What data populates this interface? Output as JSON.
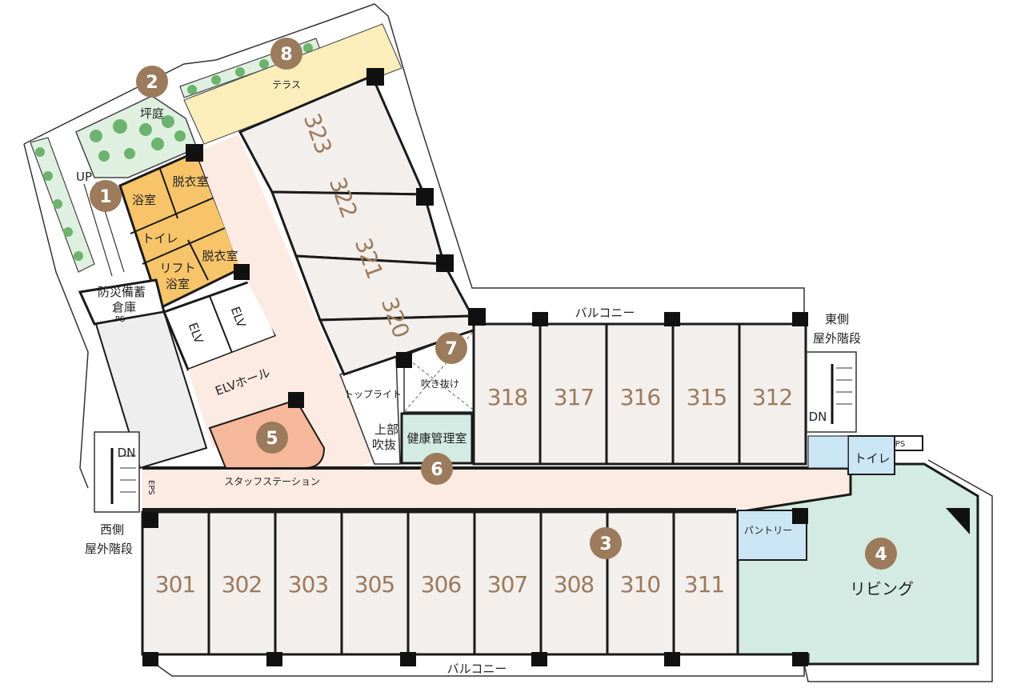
{
  "rooms_south": [
    {
      "number": "301"
    },
    {
      "number": "302"
    },
    {
      "number": "303"
    },
    {
      "number": "305"
    },
    {
      "number": "306"
    },
    {
      "number": "307"
    },
    {
      "number": "308"
    },
    {
      "number": "310"
    },
    {
      "number": "311"
    }
  ],
  "rooms_north": [
    {
      "number": "318"
    },
    {
      "number": "317"
    },
    {
      "number": "316"
    },
    {
      "number": "315"
    },
    {
      "number": "312"
    }
  ],
  "rooms_wing": [
    {
      "number": "323"
    },
    {
      "number": "322"
    },
    {
      "number": "321"
    },
    {
      "number": "320"
    }
  ],
  "labels": {
    "bath": "浴室",
    "dressing1": "脱衣室",
    "toilet1": "トイレ",
    "dressing2": "脱衣室",
    "lift_bath_1": "リフト",
    "lift_bath_2": "浴室",
    "disaster_1": "防災備蓄",
    "disaster_2": "倉庫",
    "elv1": "ELV",
    "elv2": "ELV",
    "elv_hall": "ELVホール",
    "staff_station": "スタッフステーション",
    "top_light": "トップライト",
    "upper_void_1": "上部",
    "upper_void_2": "吹抜",
    "atrium": "吹き抜け",
    "health_room": "健康管理室",
    "terrace": "テラス",
    "courtyard": "坪庭",
    "balcony_top": "バルコニー",
    "balcony_bottom": "バルコニー",
    "east_stairs_1": "東側",
    "east_stairs_2": "屋外階段",
    "west_stairs_1": "西側",
    "west_stairs_2": "屋外階段",
    "living": "リビング",
    "pantry": "パントリー",
    "toilet2": "トイレ",
    "ps1": "PS",
    "ps2": "PS",
    "eps": "EPS",
    "up": "UP",
    "dn_west": "DN",
    "dn_east": "DN"
  },
  "markers": [
    "1",
    "2",
    "3",
    "4",
    "5",
    "6",
    "7",
    "8"
  ],
  "colors": {
    "marker": "#9c7a5c",
    "room_number": "#9c7a5c",
    "corridor": "#fcebe2",
    "bath_area": "#f7c46a",
    "living": "#d3ebe3",
    "pantry": "#cbe6f5",
    "terrace": "#fbeebb",
    "staff": "#f5b89a",
    "health": "#d3ebe3",
    "room": "#f3efec"
  }
}
